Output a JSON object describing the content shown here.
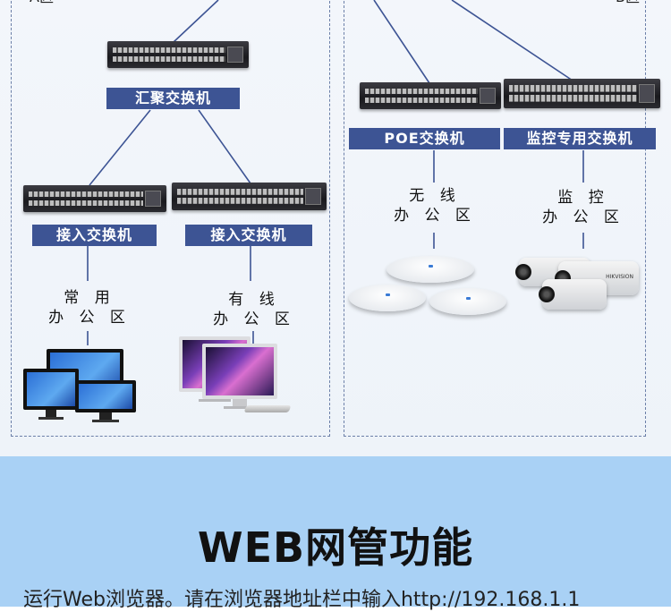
{
  "zones": {
    "a_label": "A区",
    "b_label": "B区"
  },
  "switches": {
    "aggregation": "汇聚交换机",
    "access_left": "接入交换机",
    "access_right": "接入交换机",
    "poe": "POE交换机",
    "monitor": "监控专用交换机"
  },
  "offices": {
    "regular": [
      "常 用",
      "办 公 区"
    ],
    "wired": [
      "有 线",
      "办 公 区"
    ],
    "wireless": [
      "无 线",
      "办 公 区"
    ],
    "surveillance": [
      "监 控",
      "办 公 区"
    ]
  },
  "camera_brand": "HIKVISION",
  "web": {
    "title": "WEB网管功能",
    "description": "运行Web浏览器。请在浏览器地址栏中输入http://192.168.1.1"
  },
  "colors": {
    "label_bg": "#3d5494",
    "wire": "#3d5494",
    "section_bg": "#a9d1f5"
  }
}
